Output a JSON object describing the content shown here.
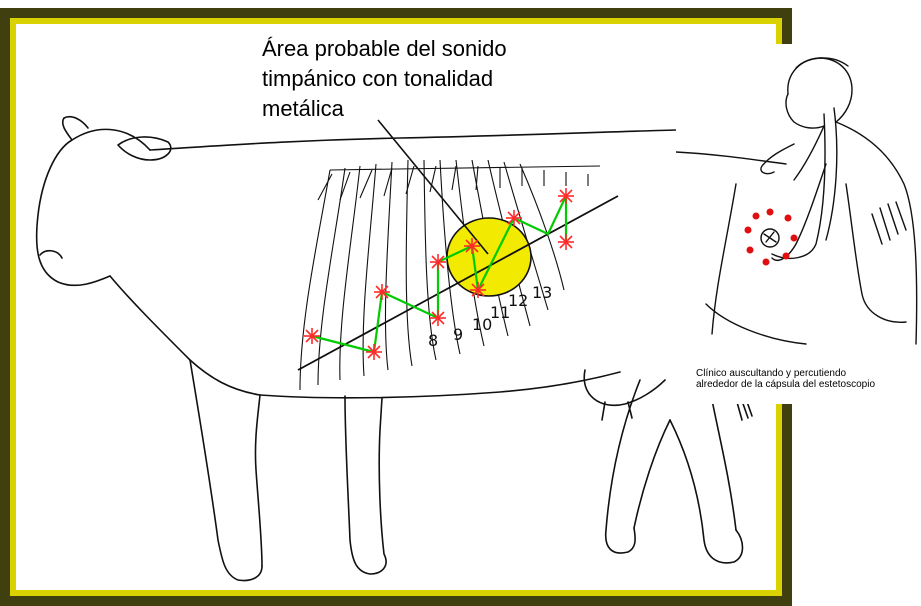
{
  "heading": {
    "lines": [
      "Área probable del sonido",
      "timpánico con tonalidad",
      "metálica"
    ]
  },
  "inset": {
    "caption_lines": [
      "Clínico auscultando y percutiendo",
      "alrededor de la cápsula del estetoscopio"
    ]
  },
  "rib_numbers": [
    "8",
    "9",
    "10",
    "11",
    "12",
    "13"
  ],
  "colors": {
    "frame_dark": "#3f3f0f",
    "frame_gold": "#d9d200",
    "highlight_fill": "#f2ea00",
    "path_line": "#00cc00",
    "star_marker": "#ff2a2a",
    "inset_dots": "#e01010"
  }
}
